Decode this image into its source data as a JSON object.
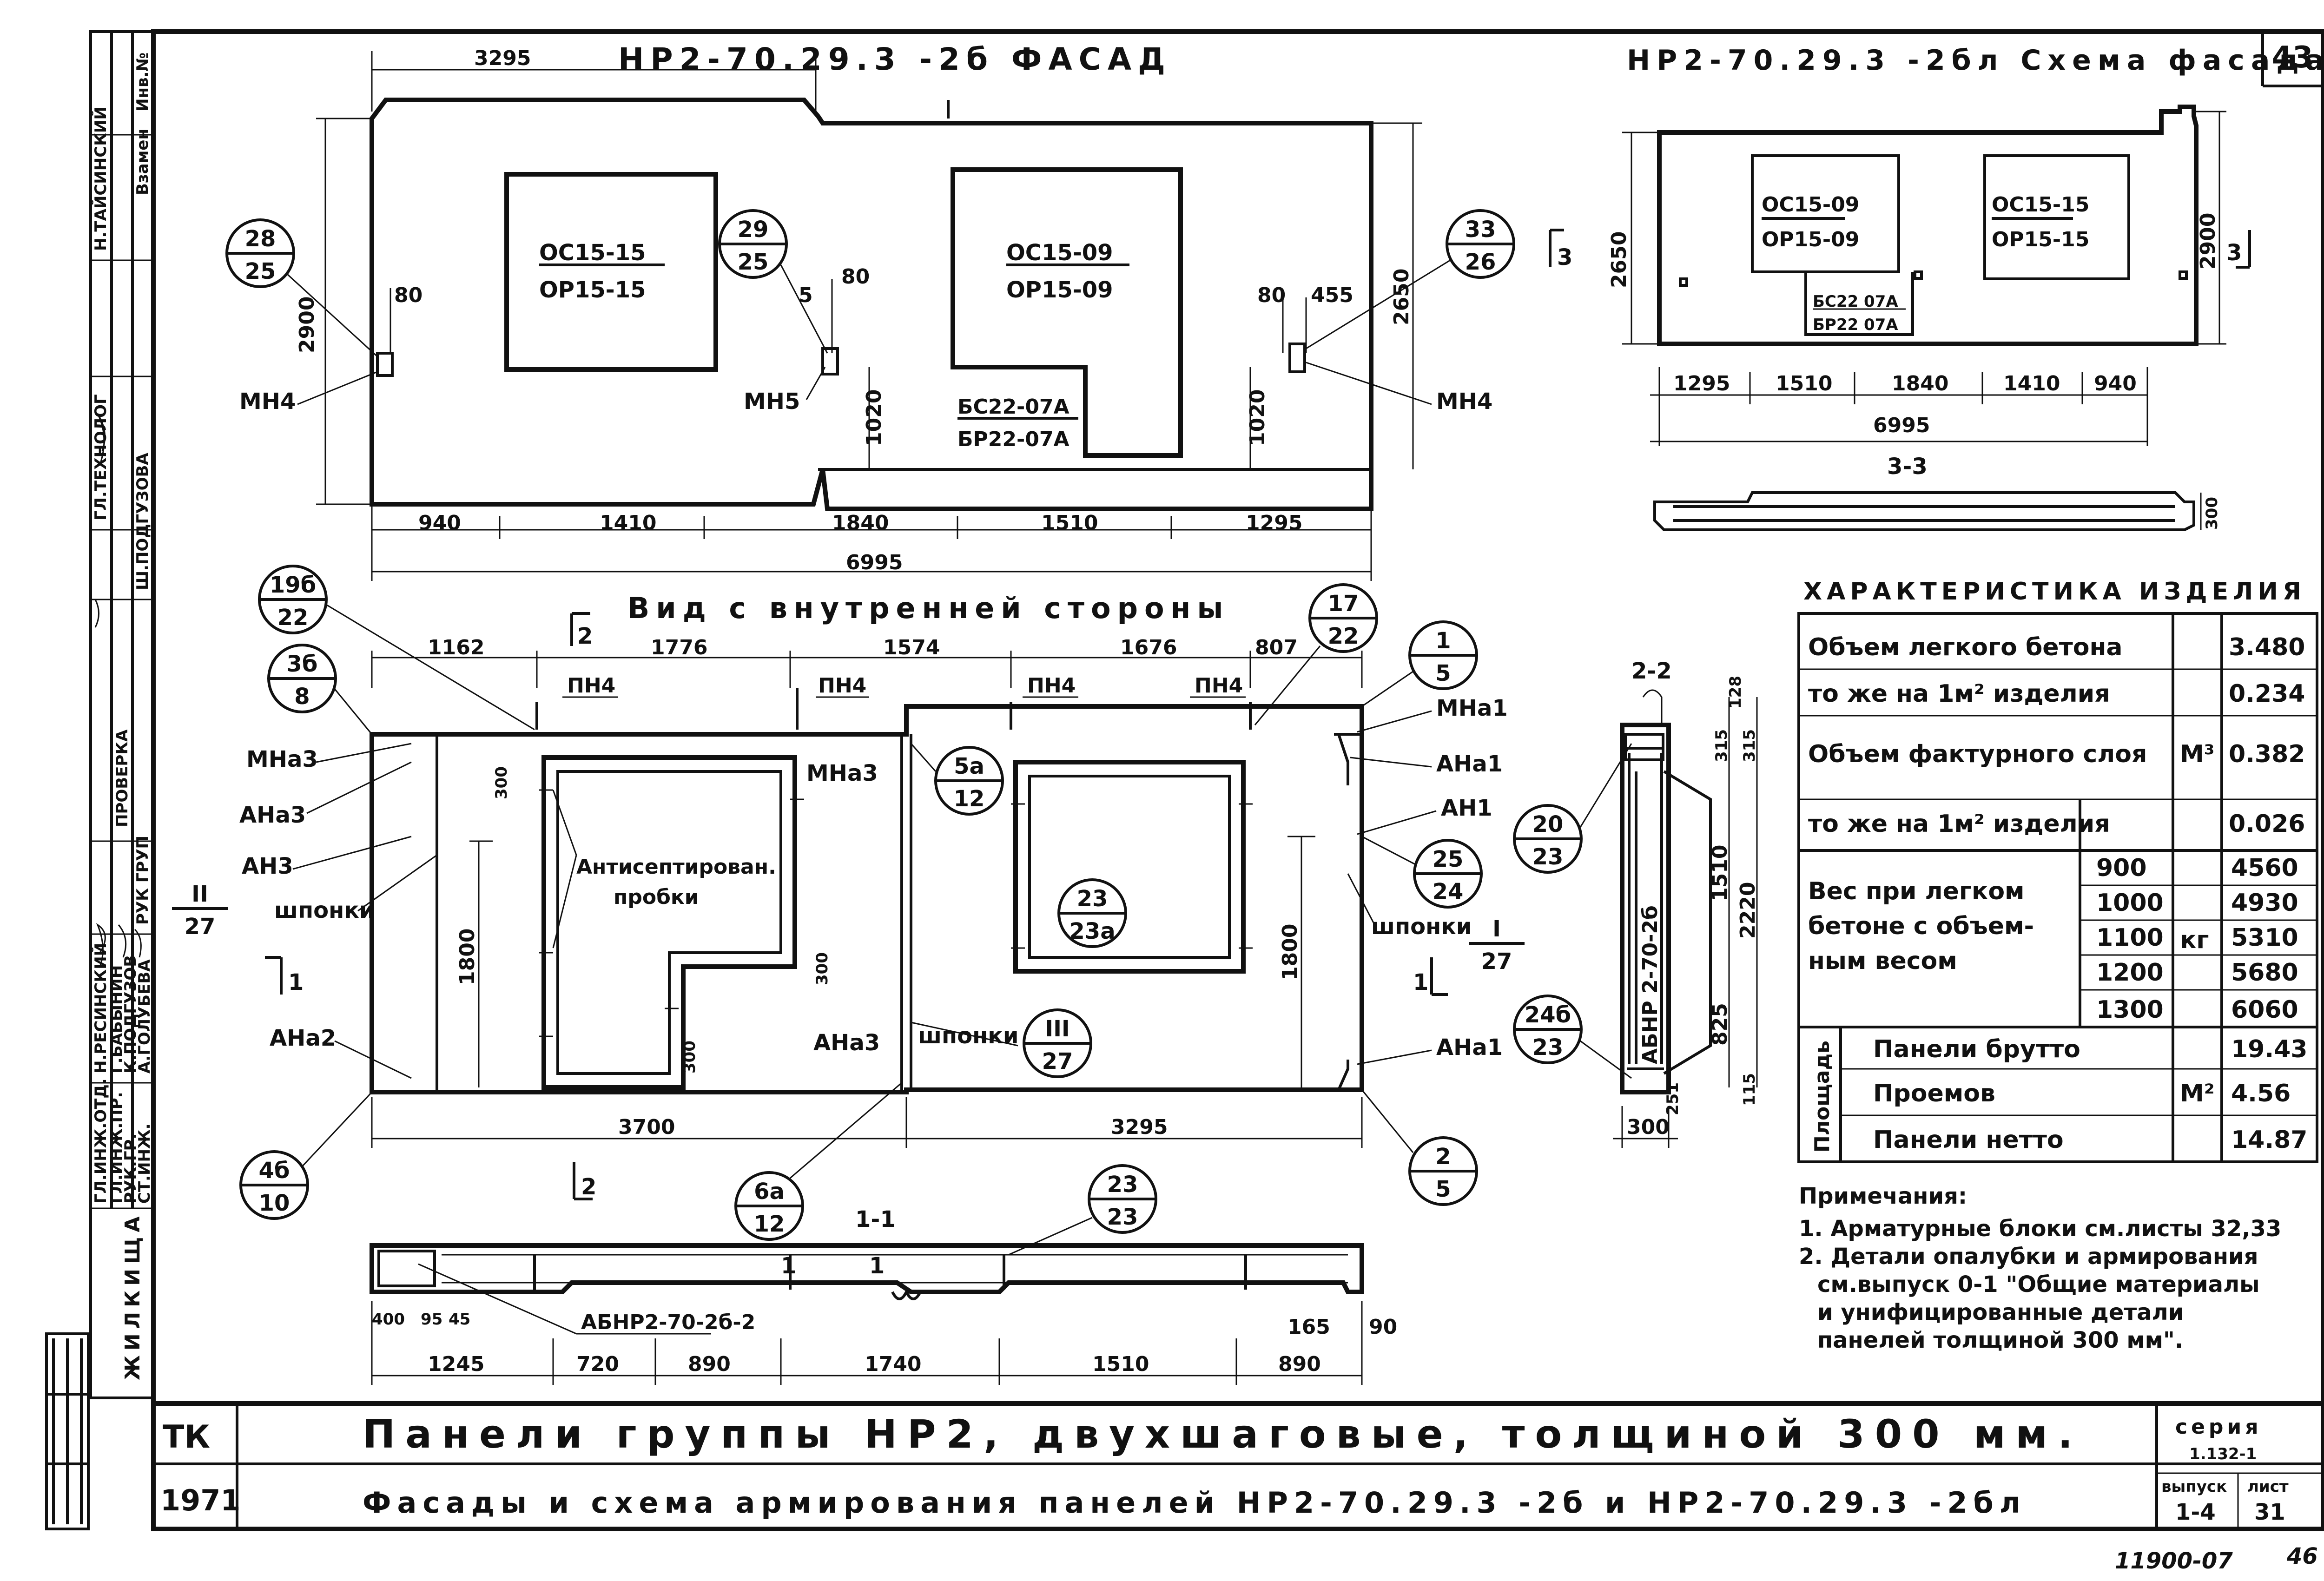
{
  "sheet_number": "43",
  "facade": {
    "title": "НР2-70.29.3 -2б ФАСАД",
    "left_dim": "3295",
    "height_2900": "2900",
    "height_2650": "2650",
    "dim_80": "80",
    "dim_80_mid": "80",
    "dim_5": "5",
    "dim_80_r": "80",
    "dim_455": "455",
    "dim_1020_a": "1020",
    "dim_1020_b": "1020",
    "window1_top": "ОС15-15",
    "window1_bottom": "ОР15-15",
    "window2_top": "ОС15-09",
    "window2_bottom": "ОР15-09",
    "door_top": "БС22-07А",
    "door_bottom": "БР22-07А",
    "mh4_left": "МН4",
    "mh5": "МН5",
    "mh4_right": "МН4",
    "bubble_28_top": "28",
    "bubble_28_bottom": "25",
    "bubble_29_top": "29",
    "bubble_29_bottom": "25",
    "bubble_33_top": "33",
    "bubble_33_bottom": "26",
    "dims_bottom": [
      "940",
      "1410",
      "1840",
      "1510",
      "1295"
    ],
    "total": "6995"
  },
  "scheme": {
    "title": "НР2-70.29.3 -2бл Схема фасада",
    "w1_top": "ОС15-09",
    "w1_bottom": "ОР15-09",
    "w2_top": "ОС15-15",
    "w2_bottom": "ОР15-15",
    "door_top": "БС22 07А",
    "door_bottom": "БР22 07А",
    "h_left": "2650",
    "h_right": "2900",
    "cut_left": "3",
    "cut_right": "3",
    "dims": [
      "1295",
      "1510",
      "1840",
      "1410",
      "940"
    ],
    "total": "6995",
    "section_label": "3-3",
    "section_dim": "300"
  },
  "characteristics": {
    "title": "ХАРАКТЕРИСТИКА ИЗДЕЛИЯ",
    "rows": [
      {
        "label": "Объем легкого бетона",
        "value": "3.480"
      },
      {
        "label": "то же на 1м² изделия",
        "value": "0.234"
      },
      {
        "label": "Объем фактурного слоя",
        "value": "0.382"
      },
      {
        "label": "то же на 1м² изделия",
        "value": "0.026"
      }
    ],
    "unit_m3": "М³",
    "weight_label_1": "Вес при легком",
    "weight_label_2": "бетоне с объем-",
    "weight_label_3": "ным весом",
    "weight_unit": "кг",
    "weights": [
      {
        "density": "900",
        "value": "4560"
      },
      {
        "density": "1000",
        "value": "4930"
      },
      {
        "density": "1100",
        "value": "5310"
      },
      {
        "density": "1200",
        "value": "5680"
      },
      {
        "density": "1300",
        "value": "6060"
      }
    ],
    "area_label": "Площадь",
    "area_unit": "М²",
    "areas": [
      {
        "label": "Панели брутто",
        "value": "19.43"
      },
      {
        "label": "Проемов",
        "value": "4.56"
      },
      {
        "label": "Панели нетто",
        "value": "14.87"
      }
    ]
  },
  "inner_view": {
    "title": "Вид с внутренней стороны",
    "cut_top": "2",
    "cut_bottom": "2",
    "cut_left": "1",
    "cut_right": "1",
    "top_dims": [
      "1162",
      "1776",
      "1574",
      "1676",
      "807"
    ],
    "pn4": [
      "ПН4",
      "ПН4",
      "ПН4",
      "ПН4"
    ],
    "mna3_left": "МНа3",
    "ana3_left": "АНа3",
    "an3": "АН3",
    "shponki_left": "шпонки",
    "ana2": "АНа2",
    "mna3_mid": "МНа3",
    "ana3_mid": "АНа3",
    "shponki_mid": "шпонки",
    "mna1": "МНа1",
    "ana1_top": "АНа1",
    "an1": "АН1",
    "shponki_right": "шпонки",
    "ana1_bottom": "АНа1",
    "plugs_1": "Антисептирован.",
    "plugs_2": "пробки",
    "h1800_left": "1800",
    "h1800_right": "1800",
    "d300_a": "300",
    "d300_b": "300",
    "d300_c": "300",
    "bottom_dims": [
      "3700",
      "3295"
    ],
    "bubbles": {
      "b19b": [
        "19б",
        "22"
      ],
      "b3b": [
        "3б",
        "8"
      ],
      "bII": [
        "II",
        "27"
      ],
      "b4b": [
        "4б",
        "10"
      ],
      "b17": [
        "17",
        "22"
      ],
      "b1": [
        "1",
        "5"
      ],
      "b5a": [
        "5а",
        "12"
      ],
      "b23a": [
        "23",
        "23а"
      ],
      "b25": [
        "25",
        "24"
      ],
      "bI": [
        "I",
        "27"
      ],
      "bIII": [
        "III",
        "27"
      ],
      "b2": [
        "2",
        "5"
      ],
      "b6a": [
        "6а",
        "12"
      ]
    }
  },
  "section_22": {
    "label": "2-2",
    "block": "АБНР 2-70-2б",
    "dims_right": [
      "128",
      "315",
      "315",
      "1510",
      "2220",
      "825",
      "115"
    ],
    "dim_bottom": "300",
    "dim_251": "251",
    "b20": [
      "20",
      "23"
    ],
    "b24b": [
      "24б",
      "23"
    ]
  },
  "section_11": {
    "label": "1-1",
    "block": "АБНР2-70-2б-2",
    "small_dims": [
      "400",
      "95",
      "45"
    ],
    "right_dims": [
      "165",
      "90"
    ],
    "dims": [
      "1245",
      "720",
      "890",
      "1740",
      "1510",
      "890"
    ],
    "mark_1": "1",
    "mark_1b": "1",
    "b23": [
      "23",
      "23"
    ]
  },
  "notes": {
    "title": "Примечания:",
    "n1": "1. Арматурные блоки см.листы 32,33",
    "n2a": "2. Детали опалубки и армирования",
    "n2b": "см.выпуск 0-1 \"Общие материалы",
    "n2c": "и унифицированные детали",
    "n2d": "панелей толщиной 300 мм\"."
  },
  "title_block": {
    "org": "ТК",
    "year": "1971",
    "title_1": "Панели группы НР2, двухшаговые, толщиной 300 мм.",
    "title_2": "Фасады и схема армирования панелей НР2-70.29.3 -2б и НР2-70.29.3 -2бл",
    "series_label": "серия",
    "series_value": "1.132-1",
    "issue_label": "выпуск",
    "issue_value": "1-4",
    "sheet_label": "лист",
    "sheet_value": "31"
  },
  "side_stamp": {
    "inv": "Инв.№",
    "vzamen": "Взамен",
    "tech": "ГЛ.ТЕХНОЛОГ",
    "taysin": "Н.ТАЙСИНСКИЙ",
    "check": "ПРОВЕРКА",
    "podguz": "Ш.ПОДГУЗОВА",
    "ruk_grup": "РУК ГРУП",
    "resn": "Н.РЕСИНСКИЙ",
    "babin": "Г.БАБЫНИН",
    "podguz2": "К.ПОДГУЗОВ",
    "golub": "А.ГОЛУБЕВА",
    "gl_inzh_otd": "ГЛ.ИНЖ.ОТД.",
    "gl_inzh_pr": "ГЛ.ИНЖ.ПР.",
    "ruk_gr": "РУК.ГР.",
    "st_inzh": "СТ.ИНЖ.",
    "city": "ЖИЛКИЩА"
  },
  "footer_number": "11900-07",
  "footer_page": "46"
}
